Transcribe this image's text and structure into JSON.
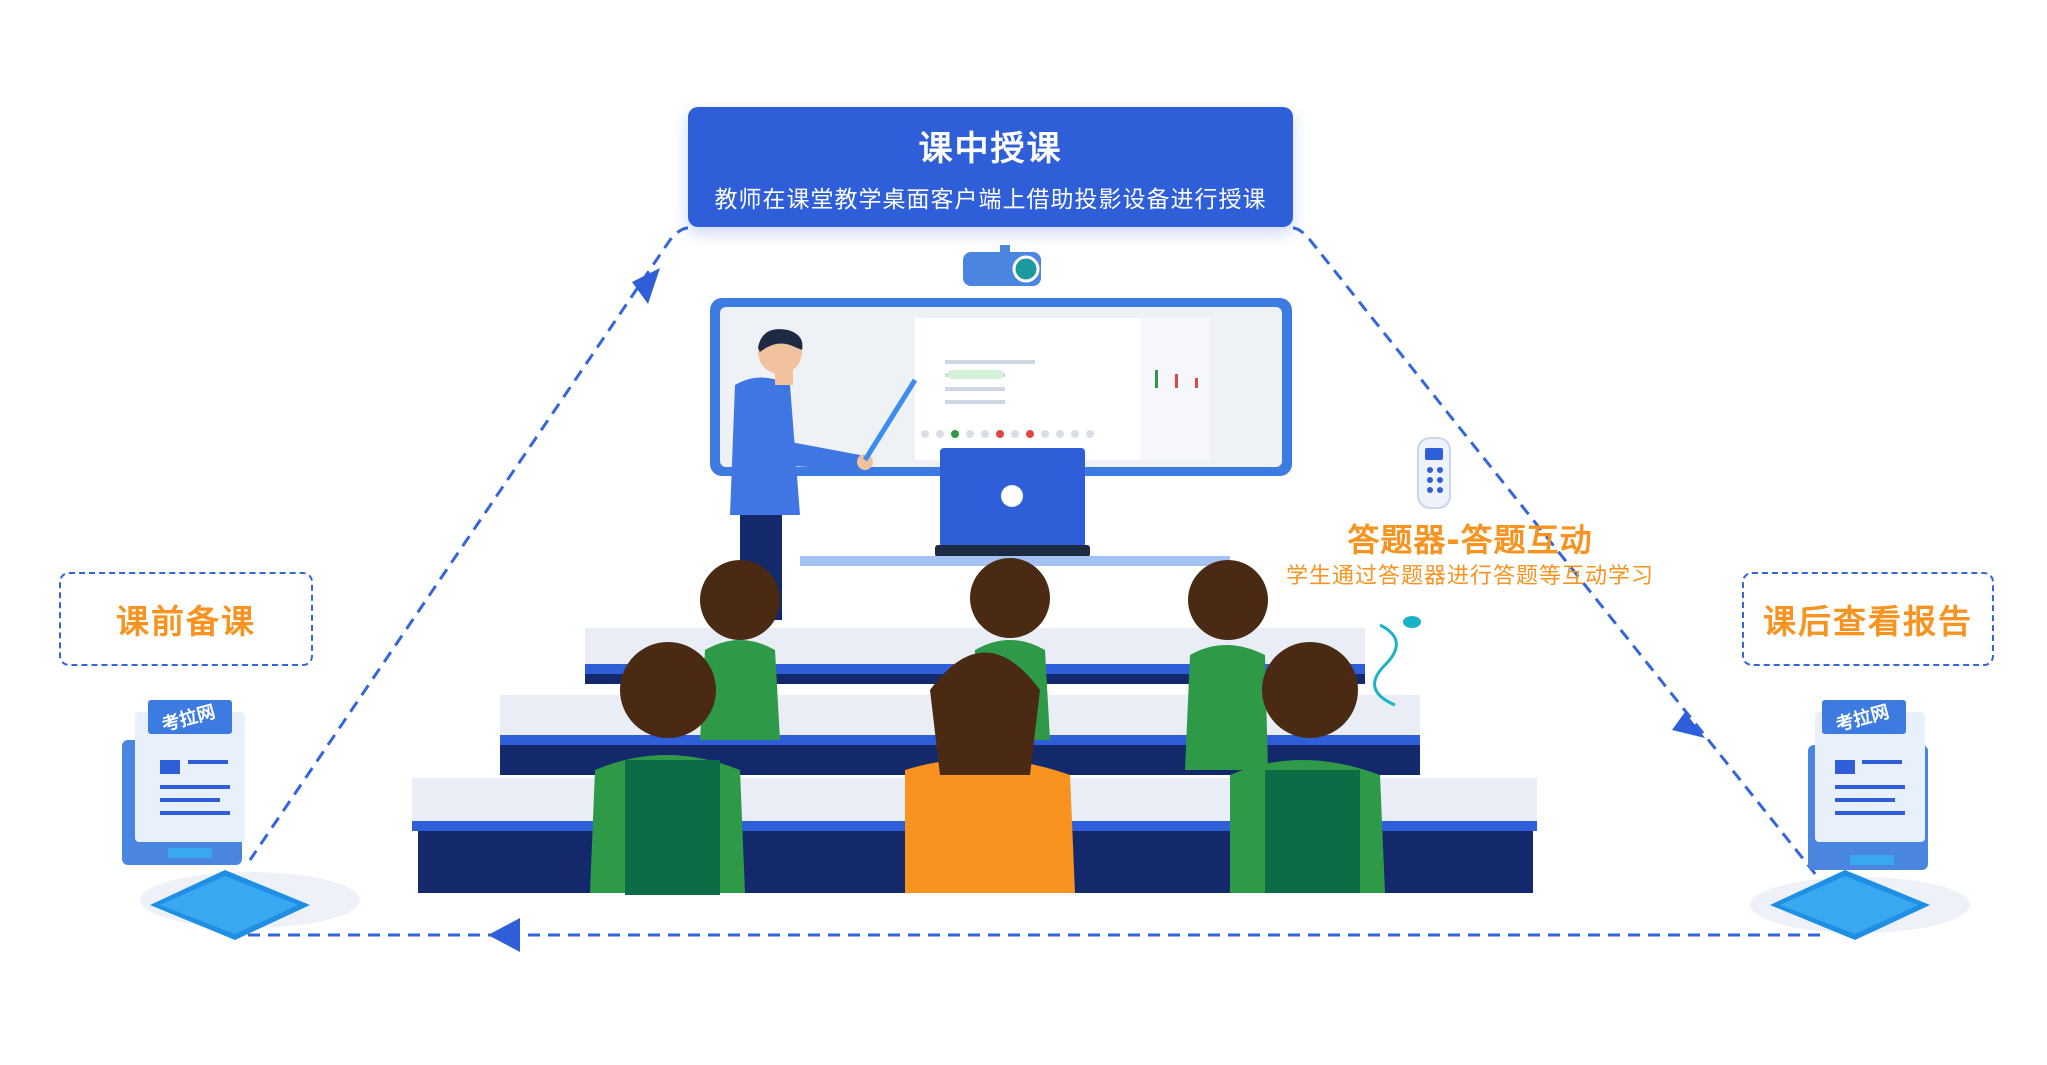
{
  "top": {
    "title": "课中授课",
    "subtitle": "教师在课堂教学桌面客户端上借助投影设备进行授课"
  },
  "left": {
    "label": "课前备课",
    "logo": "考拉网"
  },
  "right": {
    "label": "课后查看报告",
    "logo": "考拉网"
  },
  "clicker": {
    "title": "答题器-答题互动",
    "subtitle": "学生通过答题器进行答题等互动学习"
  },
  "icons": [
    "projector-icon",
    "laptop-icon",
    "remote-clicker-icon",
    "receiver-icon",
    "computer-icon"
  ],
  "colors": {
    "accent": "#2f5fd8",
    "orange": "#f7931e",
    "green": "#2e9a48"
  }
}
